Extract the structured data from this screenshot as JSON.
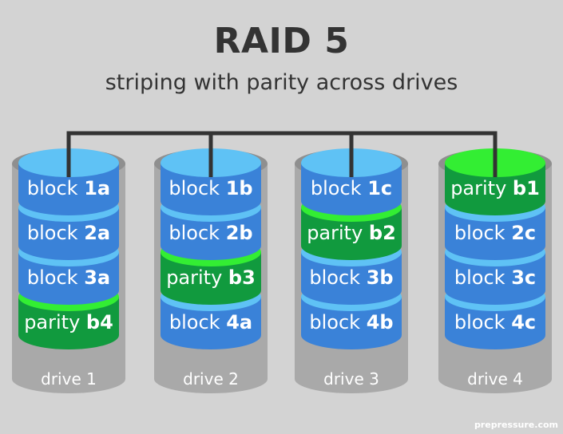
{
  "title": "RAID 5",
  "subtitle": "striping with parity across drives",
  "watermark": "prepressure.com",
  "colors": {
    "background": "#d3d3d3",
    "drive_gray": "#a9a9a9",
    "drive_dark": "#8f8f8f",
    "block_blue": "#3a82d8",
    "block_blue_top": "#5fc2f5",
    "parity_green": "#119a3e",
    "parity_green_top": "#33ee33",
    "bus_line": "#333333"
  },
  "drives": [
    {
      "label": "drive 1",
      "blocks": [
        {
          "prefix": "block",
          "id": "1a",
          "kind": "data"
        },
        {
          "prefix": "block",
          "id": "2a",
          "kind": "data"
        },
        {
          "prefix": "block",
          "id": "3a",
          "kind": "data"
        },
        {
          "prefix": "parity",
          "id": "b4",
          "kind": "parity"
        }
      ]
    },
    {
      "label": "drive 2",
      "blocks": [
        {
          "prefix": "block",
          "id": "1b",
          "kind": "data"
        },
        {
          "prefix": "block",
          "id": "2b",
          "kind": "data"
        },
        {
          "prefix": "parity",
          "id": "b3",
          "kind": "parity"
        },
        {
          "prefix": "block",
          "id": "4a",
          "kind": "data"
        }
      ]
    },
    {
      "label": "drive 3",
      "blocks": [
        {
          "prefix": "block",
          "id": "1c",
          "kind": "data"
        },
        {
          "prefix": "parity",
          "id": "b2",
          "kind": "parity"
        },
        {
          "prefix": "block",
          "id": "3b",
          "kind": "data"
        },
        {
          "prefix": "block",
          "id": "4b",
          "kind": "data"
        }
      ]
    },
    {
      "label": "drive 4",
      "blocks": [
        {
          "prefix": "parity",
          "id": "b1",
          "kind": "parity"
        },
        {
          "prefix": "block",
          "id": "2c",
          "kind": "data"
        },
        {
          "prefix": "block",
          "id": "3c",
          "kind": "data"
        },
        {
          "prefix": "block",
          "id": "4c",
          "kind": "data"
        }
      ]
    }
  ]
}
